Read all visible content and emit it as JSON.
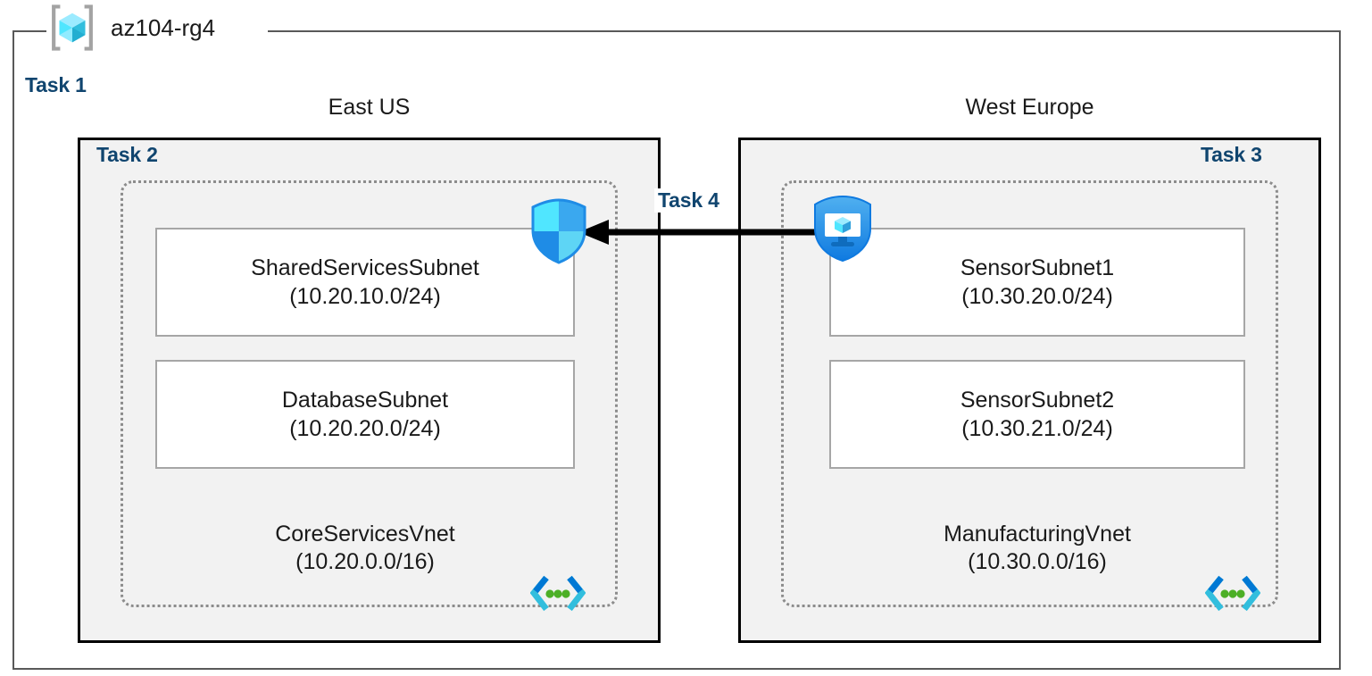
{
  "resource_group": {
    "title": "az104-rg4",
    "icon": "azure-resource-group-icon",
    "task_label": "Task 1"
  },
  "regions": [
    {
      "caption": "East US",
      "task_label": "Task 2",
      "task_align": "left",
      "vnet": {
        "name": "CoreServicesVnet",
        "cidr": "(10.20.0.0/16)",
        "icon": "virtual-network-icon",
        "subnets": [
          {
            "name": "SharedServicesSubnet",
            "cidr": "(10.20.10.0/24)"
          },
          {
            "name": "DatabaseSubnet",
            "cidr": "(10.20.20.0/24)"
          }
        ]
      }
    },
    {
      "caption": "West Europe",
      "task_label": "Task 3",
      "task_align": "right",
      "vnet": {
        "name": "ManufacturingVnet",
        "cidr": "(10.30.0.0/16)",
        "icon": "virtual-network-icon",
        "subnets": [
          {
            "name": "SensorSubnet1",
            "cidr": "(10.30.20.0/24)"
          },
          {
            "name": "SensorSubnet2",
            "cidr": "(10.30.21.0/24)"
          }
        ]
      }
    }
  ],
  "icons": {
    "nsg": "network-security-group-shield-icon",
    "defender": "defender-for-cloud-shield-icon",
    "vnet": "virtual-network-icon"
  },
  "connection": {
    "task_label": "Task 4",
    "direction": "right-to-left",
    "from": "ManufacturingVnet",
    "to": "CoreServicesVnet"
  },
  "colors": {
    "task_label": "#10456f",
    "region_fill": "#f2f2f2",
    "region_border": "#000000",
    "vnet_border": "#8c8c8c",
    "subnet_border": "#a6a6a6",
    "frame": "#595959",
    "azure_blue": "#0078d4",
    "azure_cyan": "#50e6ff",
    "vnet_green": "#4caf26"
  }
}
